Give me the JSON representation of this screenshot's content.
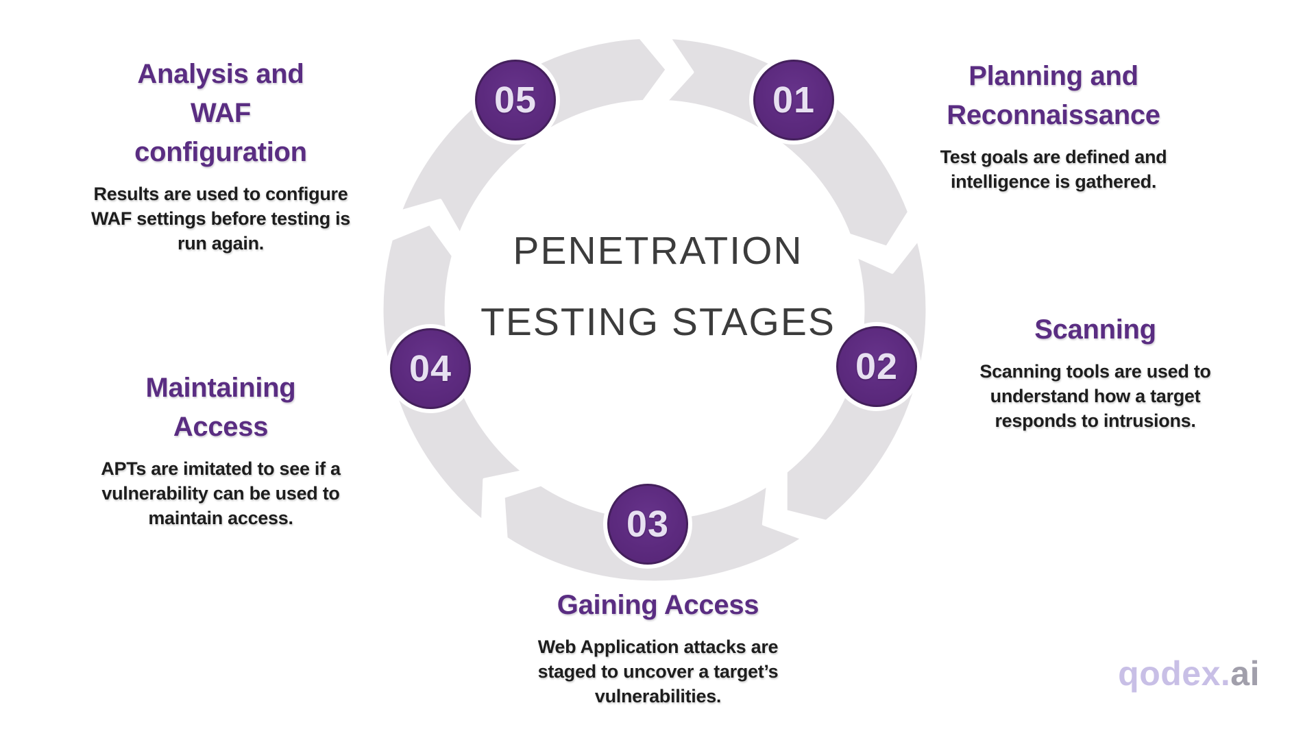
{
  "diagram": {
    "type": "cycle",
    "stage_count": 5,
    "direction": "clockwise"
  },
  "title_center": {
    "line1": "PENETRATION",
    "line2": "TESTING STAGES"
  },
  "stages": [
    {
      "number": "01",
      "title": "Planning and\nReconnaissance",
      "description": "Test goals are defined and\nintelligence is gathered."
    },
    {
      "number": "02",
      "title": "Scanning",
      "description": "Scanning tools are used to\nunderstand how a target\nresponds to intrusions."
    },
    {
      "number": "03",
      "title": "Gaining Access",
      "description": "Web Application attacks are\nstaged to uncover a target’s\nvulnerabilities."
    },
    {
      "number": "04",
      "title": "Maintaining\nAccess",
      "description": "APTs are imitated to see if a\nvulnerability can be used to\nmaintain access."
    },
    {
      "number": "05",
      "title": "Analysis and\nWAF\nconfiguration",
      "description": "Results are used to configure\nWAF settings before testing is\nrun again."
    }
  ],
  "watermark": {
    "brand": "qodex.",
    "suffix": "ai"
  },
  "colors": {
    "background": "#ffffff",
    "heading_purple": "#5a2d82",
    "body_text": "#1d1d1d",
    "ring_gray": "#e2e0e3",
    "circle_purple": "#5c2a7e",
    "circle_border": "#44205c",
    "circle_number_text": "#e7e0f1",
    "center_title_text": "#3c3c3c",
    "logo_brand": "#c8bfe6",
    "logo_suffix": "#a19fab"
  }
}
